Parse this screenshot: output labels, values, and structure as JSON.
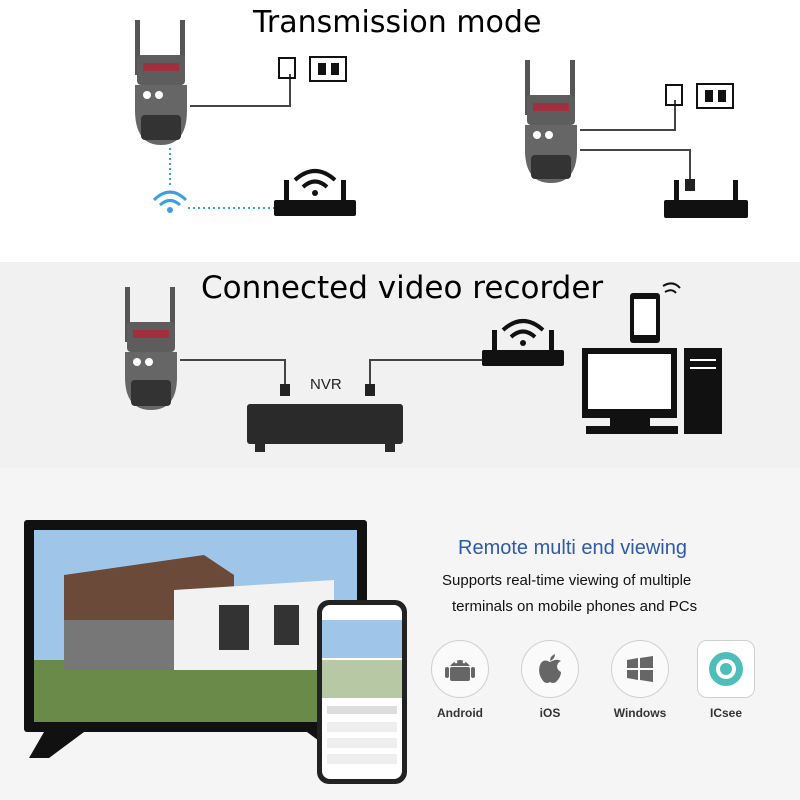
{
  "sections": {
    "transmission": {
      "title": "Transmission mode"
    },
    "recorder": {
      "title": "Connected video recorder",
      "nvr_label": "NVR"
    },
    "remote": {
      "title": "Remote multi end viewing",
      "desc_line1": "Supports real-time viewing of multiple",
      "desc_line2": "terminals on mobile phones and PCs"
    }
  },
  "platforms": [
    {
      "label": "Android",
      "icon": "android-icon"
    },
    {
      "label": "iOS",
      "icon": "apple-icon"
    },
    {
      "label": "Windows",
      "icon": "windows-icon"
    },
    {
      "label": "ICsee",
      "icon": "icsee-app-icon"
    }
  ],
  "colors": {
    "accent": "#2e5aa8",
    "wifi": "#3aa0e0",
    "device": "#333333",
    "icsee": "#4dbfb8"
  }
}
